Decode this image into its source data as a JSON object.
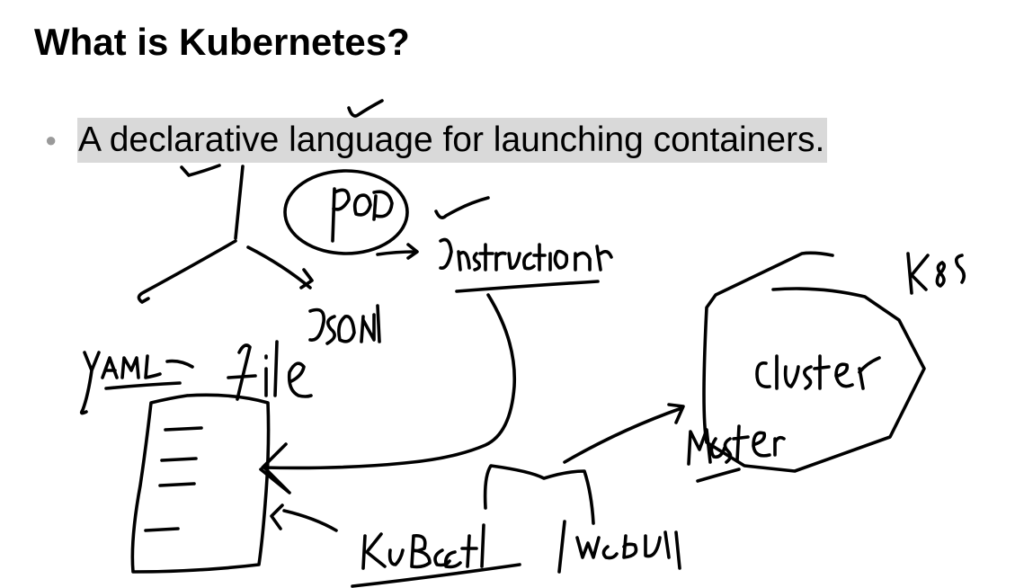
{
  "slide": {
    "title": "What is Kubernetes?",
    "bullet_icon": "bullet-dot",
    "bullets": [
      {
        "text": "A declarative language for launching containers.",
        "highlight_color": "#d9d9d9"
      }
    ]
  },
  "annotations": {
    "ink_color": "#000000",
    "handwritten_words": [
      "pod",
      "Instruction",
      "K8s",
      "JSON",
      "YAML",
      "file",
      "cluster",
      "Master",
      "KuBectl",
      "webUI"
    ]
  }
}
